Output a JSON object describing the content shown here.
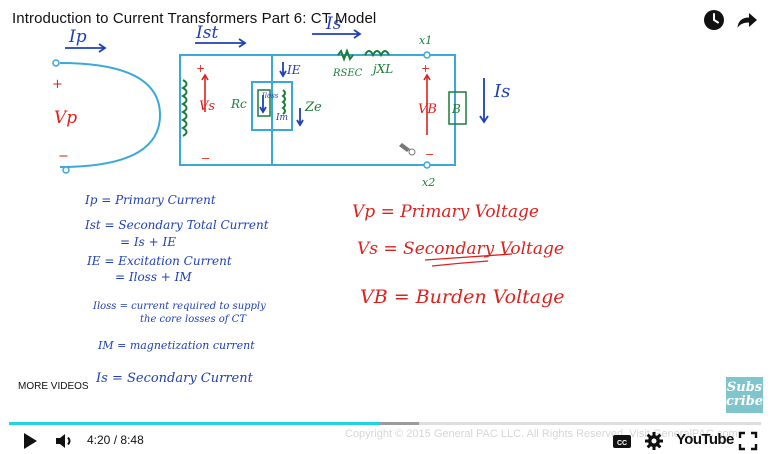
{
  "video": {
    "title": "Introduction to Current Transformers Part 6: CT Model",
    "more_videos_label": "MORE VIDEOS",
    "subscribe_line1": "Subs",
    "subscribe_line2": "cribe",
    "copyright": "Copyright © 2015 General PAC LLC. All Rights Reserved. Visit GeneralPAC.com",
    "logo_text": "YouTube"
  },
  "player": {
    "current_time": "4:20",
    "separator": "/",
    "duration": "8:48",
    "played_fraction": 0.4924,
    "loaded_fraction": 0.545,
    "icons": {
      "watch_later": "clock-icon",
      "share": "share-arrow-icon",
      "play": "play-icon",
      "volume": "volume-icon",
      "captions": "cc-icon",
      "settings": "gear-icon",
      "fullscreen": "fullscreen-icon"
    }
  },
  "colors": {
    "blue_ink": "#1f3fb8",
    "red_ink": "#e0201c",
    "green_ink": "#1a7d3a",
    "circuit_line": "#3aa9d8",
    "progress_played": "#22d3e6",
    "subscribe_bg": "#7fc5cb"
  },
  "board": {
    "circuit_labels": {
      "ip": "Ip",
      "ist": "Ist",
      "is_top": "Is",
      "vp": "Vp",
      "plus_left": "+",
      "minus_left": "−",
      "vs": "Vs",
      "rc": "Rc",
      "iloss": "Iloss",
      "im": "Im",
      "ze": "Ze",
      "ie": "IE",
      "rsec": "RSEC",
      "jxl": "jXL",
      "x1": "x1",
      "x2": "x2",
      "vb": "VB",
      "b": "B",
      "is_right": "Is",
      "plus_vs": "+",
      "minus_vs": "−",
      "plus_vb": "+",
      "minus_vb": "−"
    },
    "definitions": {
      "ip": "Ip = Primary Current",
      "ist_1": "Ist = Secondary Total Current",
      "ist_2": "= Is + IE",
      "ie_1": "IE = Excitation Current",
      "ie_2": "= Iloss + IM",
      "iloss_1": "Iloss = current required to supply",
      "iloss_2": "the core losses of CT",
      "im": "IM = magnetization current",
      "is": "Is = Secondary Current"
    },
    "voltages": {
      "vp": "Vp = Primary Voltage",
      "vs": "Vs = Secondary Voltage",
      "vb": "VB = Burden Voltage"
    }
  }
}
